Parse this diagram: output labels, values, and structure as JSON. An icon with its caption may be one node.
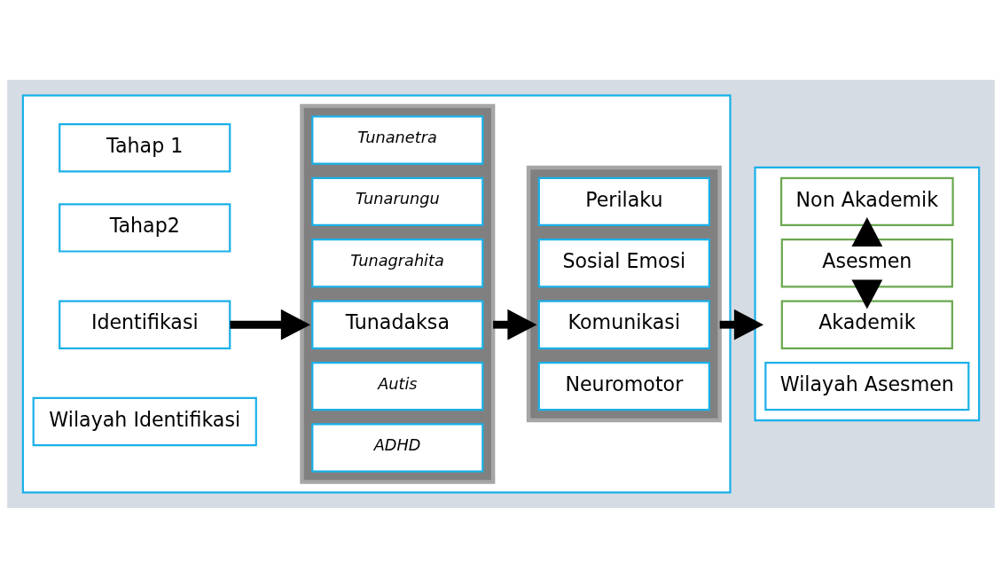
{
  "diagram": {
    "nodes": [
      {
        "text": [],
        "shape": "box"
      },
      {
        "text": [
          "Tahap 1"
        ],
        "in": 0
      },
      {
        "text": [
          "Tahap2"
        ],
        "in": 0
      },
      {
        "text": [],
        "shape": "box",
        "in": 0
      },
      {
        "text": [
          "Tunanetra"
        ],
        "in": 3
      },
      {
        "text": [
          "Tunarungu"
        ],
        "in": 3
      },
      {
        "text": [
          "Tunagrahita"
        ],
        "in": 3
      },
      {
        "text": [
          "Tunadaksa"
        ],
        "in": 3
      },
      {
        "text": [
          "Autis"
        ],
        "in": 3
      },
      {
        "text": [
          "ADHD"
        ],
        "in": 3
      },
      {
        "text": [],
        "shape": "box",
        "in": 0
      },
      {
        "text": [
          "Perilaku"
        ],
        "in": 10
      },
      {
        "text": [
          "Sosial Emosi"
        ],
        "in": 10
      },
      {
        "text": [
          "Komunikasi"
        ],
        "in": 10
      },
      {
        "text": [
          "Neuromotor"
        ],
        "in": 10
      },
      {
        "text": [
          "Identifikasi"
        ],
        "in": 0
      },
      {
        "text": [
          "Wilayah Identifikasi"
        ],
        "in": 0
      },
      {
        "text": [],
        "shape": "box"
      },
      {
        "text": [
          "Non Akademik"
        ],
        "in": 17
      },
      {
        "text": [
          "Asesmen"
        ],
        "in": 17
      },
      {
        "text": [
          "Akademik"
        ],
        "in": 17
      },
      {
        "text": [
          "Wilayah Asesmen"
        ],
        "in": 17
      }
    ],
    "edges": [
      {
        "from": 15,
        "to": 3,
        "arrow": "to"
      },
      {
        "from": 3,
        "to": 10,
        "arrow": "to"
      },
      {
        "from": 10,
        "to": 17,
        "arrow": "to"
      },
      {
        "from": 19,
        "to": 18,
        "arrow": "to"
      },
      {
        "from": 19,
        "to": 20,
        "arrow": "to"
      }
    ]
  }
}
